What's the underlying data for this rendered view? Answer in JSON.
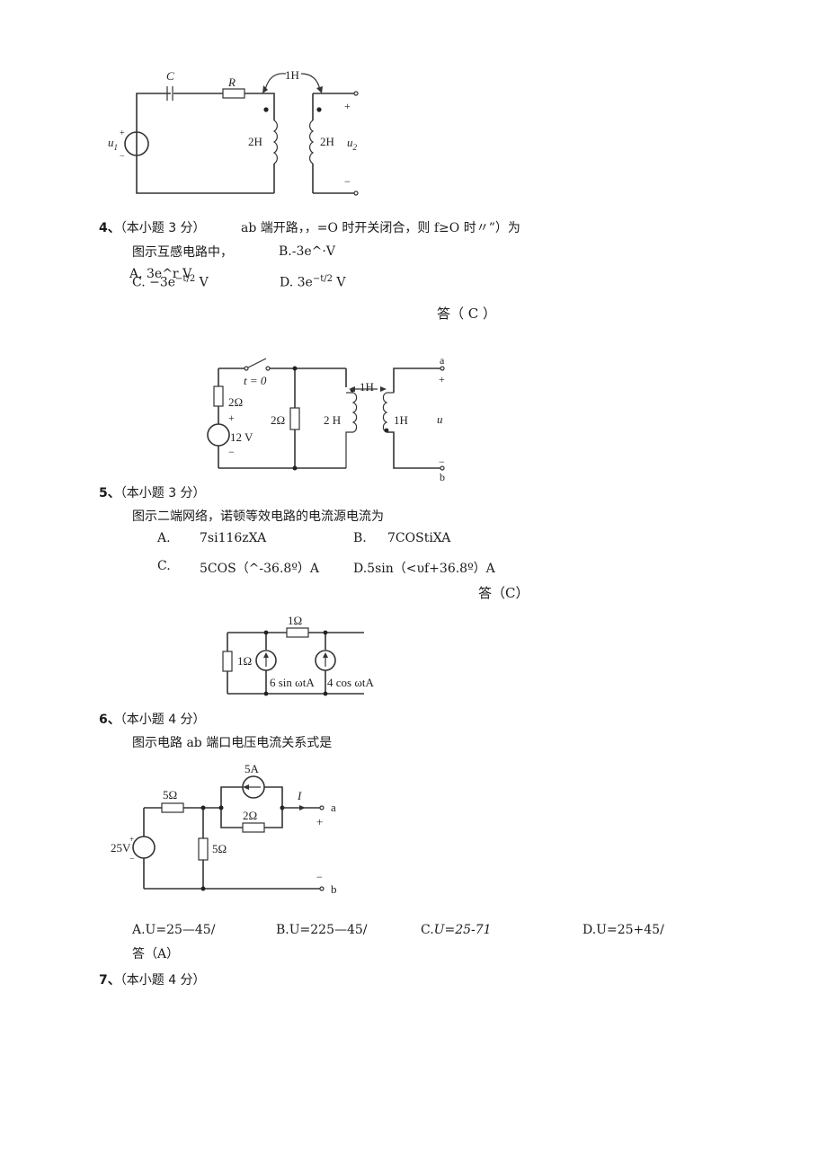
{
  "fig1": {
    "c": "C",
    "r": "R",
    "m": "1H",
    "l1": "2H",
    "l2": "2H",
    "u1": "u",
    "u1sub": "1",
    "u2": "u",
    "u2sub": "2",
    "plus": "+",
    "minus": "−"
  },
  "q4": {
    "num": "4、",
    "score": "（本小题 3 分）",
    "line1": "ab 端开路，，=O 时开关闭合，则 f≥O 时〃”）为",
    "line2": "图示互感电路中，",
    "optB": "B.-3e^·V",
    "optA": "A. 3e^r V",
    "optC": "C.  −3e",
    "optC_exp": "−t/2",
    "optC_unit": "V",
    "optD": "D.   3e",
    "optD_exp": "−t/2",
    "optD_unit": "V",
    "answer": "答（    C ）"
  },
  "fig2": {
    "switch": "t = 0",
    "r1": "2Ω",
    "src": "12 V",
    "r2": "2Ω",
    "m": "1H",
    "l1": "2 H",
    "l2": "1H",
    "u": "u",
    "a": "a",
    "b": "b",
    "plus": "+",
    "minus": "−"
  },
  "q5": {
    "num": "5、",
    "score": "（本小题 3 分）",
    "stem": "图示二端网络，诺顿等效电路的电流源电流为",
    "optA_label": "A.",
    "optA": "7si116zXA",
    "optB_label": "B.",
    "optB": "7COStiXA",
    "optC_label": "C.",
    "optC": "5COS（^-36.8º）A",
    "optD": "D.5sin（<υf+36.8º）A",
    "answer": "答（C）"
  },
  "fig3": {
    "r_top": "1Ω",
    "r_left": "1Ω",
    "s1": "6 sin ωtA",
    "s2": "4 cos ωtA"
  },
  "q6": {
    "num": "6、",
    "score": "（本小题 4 分）",
    "stem": "图示电路 ab 端口电压电流关系式是",
    "optA": "A.U=25—45/",
    "optB": "B.U=225—45/",
    "optC": "C.",
    "optC_it": "U=25-71",
    "optD": "D.U=25+45/",
    "answer": "答（A）"
  },
  "fig4": {
    "src": "5A",
    "r1": "5Ω",
    "r2": "2Ω",
    "r3": "5Ω",
    "v": "25V",
    "i": "I",
    "a": "a",
    "b": "b",
    "plus": "+",
    "minus": "−"
  },
  "q7": {
    "num": "7、",
    "score": "（本小题 4 分）"
  }
}
